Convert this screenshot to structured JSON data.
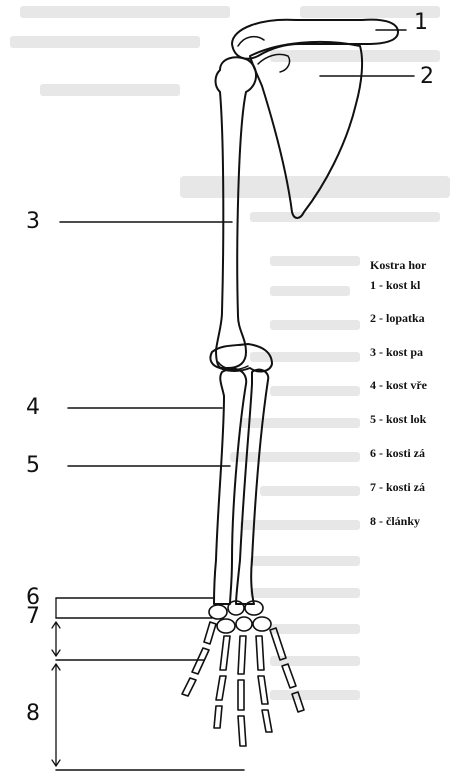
{
  "labels": {
    "n1": "1",
    "n2": "2",
    "n3": "3",
    "n4": "4",
    "n5": "5",
    "n6": "6",
    "n7": "7",
    "n8": "8"
  },
  "legend": {
    "title": "Kostra hor",
    "items": [
      "1 - kost kl",
      "2 - lopatka",
      "3 - kost pa",
      "4 - kost vře",
      "5 - kost lok",
      "6 - kosti zá",
      "7 - kosti zá",
      "8 - články"
    ]
  },
  "colors": {
    "ink": "#111111",
    "bleed": "#cfcfcf"
  }
}
